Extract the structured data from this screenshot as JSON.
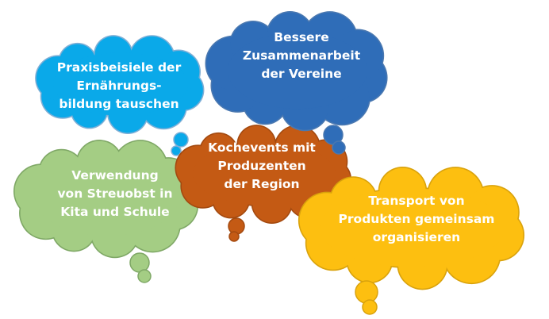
{
  "colors": {
    "light_blue": "#0AA9E9",
    "dark_blue": "#2F6DB8",
    "orange": "#C45A14",
    "green": "#A4CD84",
    "yellow": "#FDBF10",
    "outline_light": "#7FAFD6",
    "outline_dark": "#4A78B0"
  },
  "clouds": {
    "praxis": {
      "lines": [
        "Praxisbeisiele der",
        "Ernährungs-",
        "bildung tauschen"
      ]
    },
    "vereine": {
      "lines": [
        "Bessere",
        "Zusammenarbeit",
        "der Vereine"
      ]
    },
    "kochevents": {
      "lines": [
        "Kochevents mit",
        "Produzenten",
        "der Region"
      ]
    },
    "streuobst": {
      "lines": [
        "Verwendung",
        "von Streuobst in",
        "Kita und Schule"
      ]
    },
    "transport": {
      "lines": [
        "Transport von",
        "Produkten gemeinsam",
        "organisieren"
      ]
    }
  }
}
